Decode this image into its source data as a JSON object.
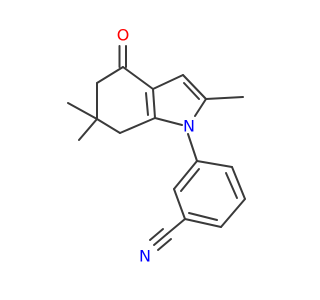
{
  "molecule": {
    "atoms": {
      "oxygen": {
        "symbol": "O",
        "color": "#ff0000"
      },
      "n_ring": {
        "symbol": "N",
        "color": "#0000ff"
      },
      "n_nitrile": {
        "symbol": "N",
        "color": "#0000ff"
      }
    },
    "bond_color": "#3a3a3a"
  }
}
